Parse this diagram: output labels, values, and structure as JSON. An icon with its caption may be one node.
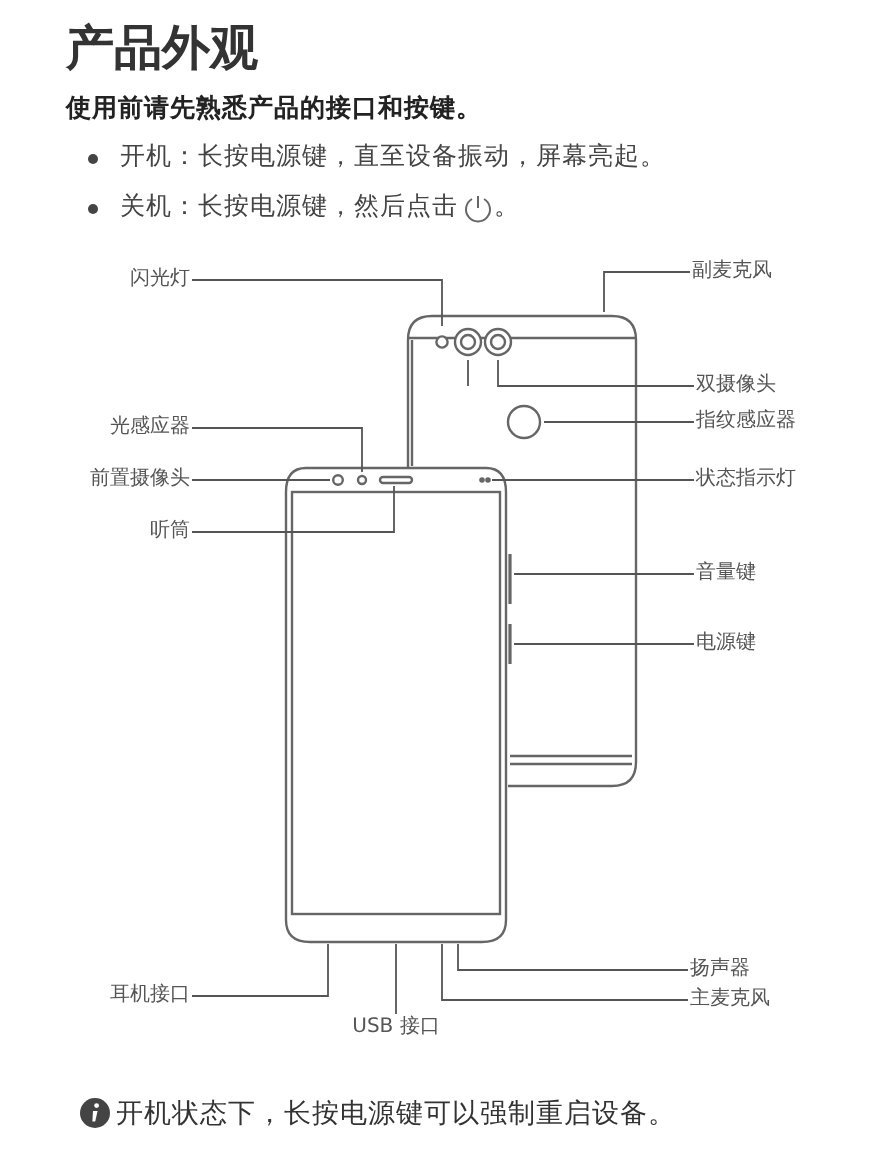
{
  "diagram": {
    "title": "产品外观",
    "nodes": [
      {
        "text": [
          "闪光灯"
        ]
      },
      {
        "text": [
          "副麦克风"
        ]
      },
      {
        "text": [
          "双摄像头"
        ]
      },
      {
        "text": [
          "指纹感应器"
        ]
      },
      {
        "text": [
          "光感应器"
        ]
      },
      {
        "text": [
          "前置摄像头"
        ]
      },
      {
        "text": [
          "状态指示灯"
        ]
      },
      {
        "text": [
          "听筒"
        ]
      },
      {
        "text": [
          "音量键"
        ]
      },
      {
        "text": [
          "电源键"
        ]
      },
      {
        "text": [
          "扬声器"
        ]
      },
      {
        "text": [
          "耳机接口"
        ]
      },
      {
        "text": [
          "主麦克风"
        ]
      },
      {
        "text": [
          "USB 接口"
        ]
      },
      {
        "text": [],
        "shape": "picture"
      },
      {
        "text": [],
        "shape": "picture"
      }
    ],
    "edges": [
      {
        "from": 0,
        "to": 14,
        "arrow": "none"
      },
      {
        "from": 1,
        "to": 14,
        "arrow": "none"
      },
      {
        "from": 2,
        "to": 14,
        "arrow": "none"
      },
      {
        "from": 3,
        "to": 14,
        "arrow": "none"
      },
      {
        "from": 4,
        "to": 15,
        "arrow": "none"
      },
      {
        "from": 5,
        "to": 15,
        "arrow": "none"
      },
      {
        "from": 6,
        "to": 15,
        "arrow": "none"
      },
      {
        "from": 7,
        "to": 15,
        "arrow": "none"
      },
      {
        "from": 8,
        "to": 15,
        "arrow": "none"
      },
      {
        "from": 9,
        "to": 15,
        "arrow": "none"
      },
      {
        "from": 10,
        "to": 15,
        "arrow": "none"
      },
      {
        "from": 11,
        "to": 15,
        "arrow": "none"
      },
      {
        "from": 12,
        "to": 15,
        "arrow": "none"
      },
      {
        "from": 13,
        "to": 15,
        "arrow": "none"
      }
    ],
    "labels": [
      "使用前请先熟悉产品的接口和按键。",
      "开机：长按电源键，直至设备振动，屏幕亮起。",
      "关机：长按电源键，然后点击",
      "。",
      "开机状态下，长按电源键可以强制重启设备。"
    ]
  }
}
